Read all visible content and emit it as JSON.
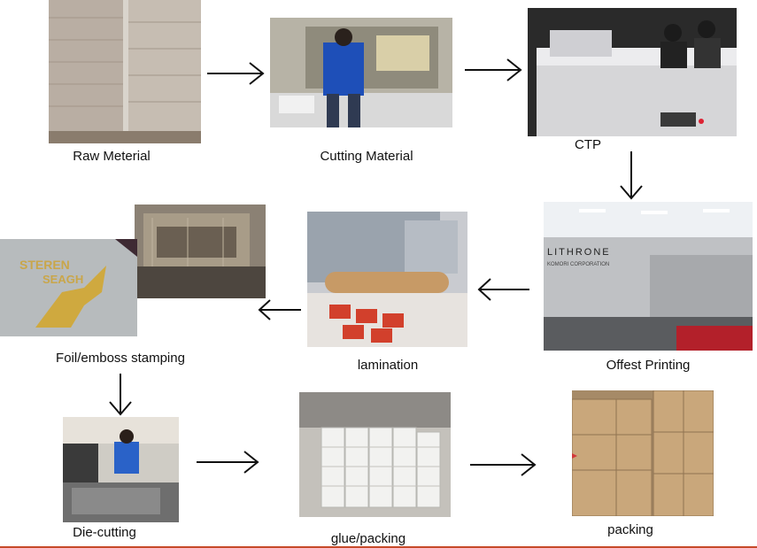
{
  "steps": {
    "raw_material": "Raw Meterial",
    "cutting_material": "Cutting Material",
    "ctp": "CTP",
    "offset_printing": "Offest Printing",
    "lamination": "lamination",
    "foil_emboss": "Foil/emboss stamping",
    "die_cutting": "Die-cutting",
    "glue_packing": "glue/packing",
    "packing": "packing"
  },
  "photo_text": {
    "lithrone": "LITHRONE",
    "komori": "KOMORI CORPORATION",
    "steren_line1": "STEREN",
    "steren_line2": "SEAGH"
  },
  "colors": {
    "arrow": "#111111",
    "accent_line": "#c64a2a"
  }
}
